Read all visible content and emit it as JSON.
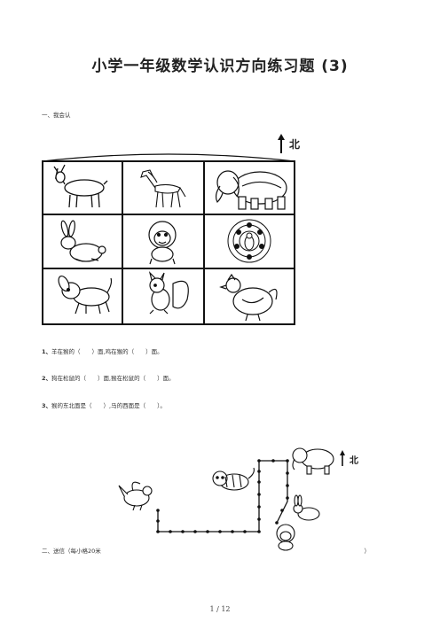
{
  "title": "小学一年级数学认识方向练习题 (3)",
  "section1": {
    "heading": "一、我会认",
    "north_label": "北",
    "grid": [
      [
        "goat",
        "horse",
        "elephant"
      ],
      [
        "rabbit",
        "monkey",
        "peacock"
      ],
      [
        "dog",
        "squirrel",
        "chicken"
      ]
    ],
    "questions": [
      {
        "num": "1、",
        "text": "羊在猴的（　　）面,鸡在猴的（　　）面。"
      },
      {
        "num": "2、",
        "text": "狗在松鼠的（　　）面,猴在松鼠的（　　）面。"
      },
      {
        "num": "3、",
        "text": "猴的东北面是（　　）,马的西面是（　　）。"
      }
    ]
  },
  "section2": {
    "heading_prefix": "二、送信（每小格",
    "heading_number": "20",
    "heading_unit": "米",
    "heading_close": "）",
    "north_label": "北",
    "animals": [
      "pigeon",
      "tiger",
      "elephant",
      "rabbit",
      "monkey"
    ]
  },
  "page_number": "1 / 12"
}
